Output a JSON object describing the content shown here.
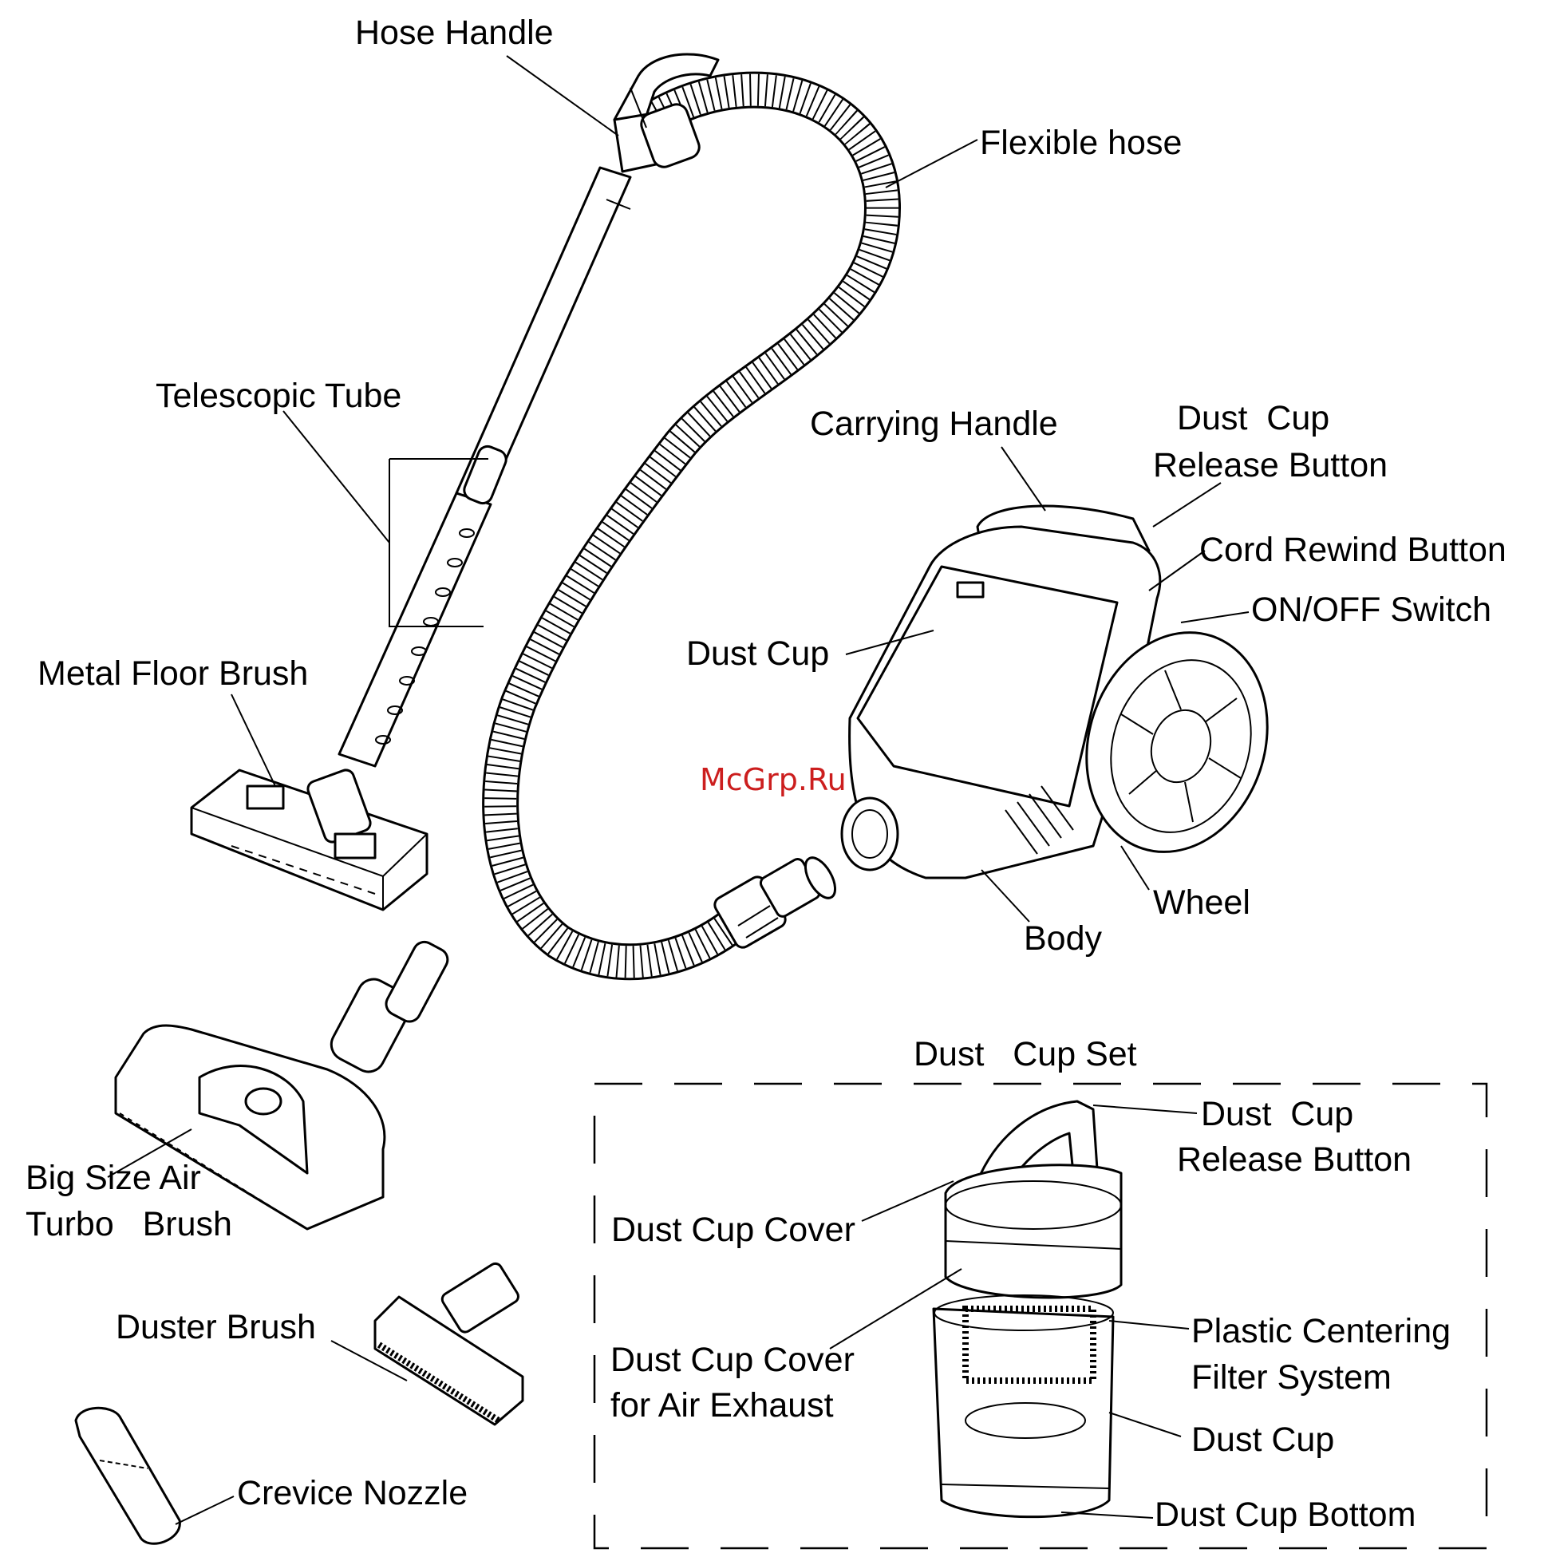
{
  "labels": {
    "hose_handle": "Hose Handle",
    "flexible_hose": "Flexible hose",
    "telescopic_tube": "Telescopic Tube",
    "carrying_handle": "Carrying Handle",
    "dust_cup_release_1_l1": "Dust  Cup",
    "dust_cup_release_1_l2": "Release Button",
    "cord_rewind_button": "Cord Rewind Button",
    "on_off_switch": "ON/OFF Switch",
    "dust_cup": "Dust Cup",
    "metal_floor_brush": "Metal Floor Brush",
    "wheel": "Wheel",
    "body": "Body",
    "dust_cup_set": "Dust   Cup Set",
    "dust_cup_release_2_l1": "Dust  Cup",
    "dust_cup_release_2_l2": "Release Button",
    "dust_cup_cover": "Dust Cup Cover",
    "big_size_air_l1": "Big Size Air",
    "big_size_air_l2": "Turbo   Brush",
    "plastic_centering_l1": "Plastic Centering",
    "plastic_centering_l2": "Filter System",
    "duster_brush": "Duster Brush",
    "dust_cup_cover_exhaust_l1": "Dust Cup Cover",
    "dust_cup_cover_exhaust_l2": "for Air Exhaust",
    "dust_cup_2": "Dust Cup",
    "crevice_nozzle": "Crevice Nozzle",
    "dust_cup_bottom": "Dust Cup Bottom"
  },
  "watermark": {
    "text": "McGrp.Ru",
    "color": "#cc1e1e"
  }
}
